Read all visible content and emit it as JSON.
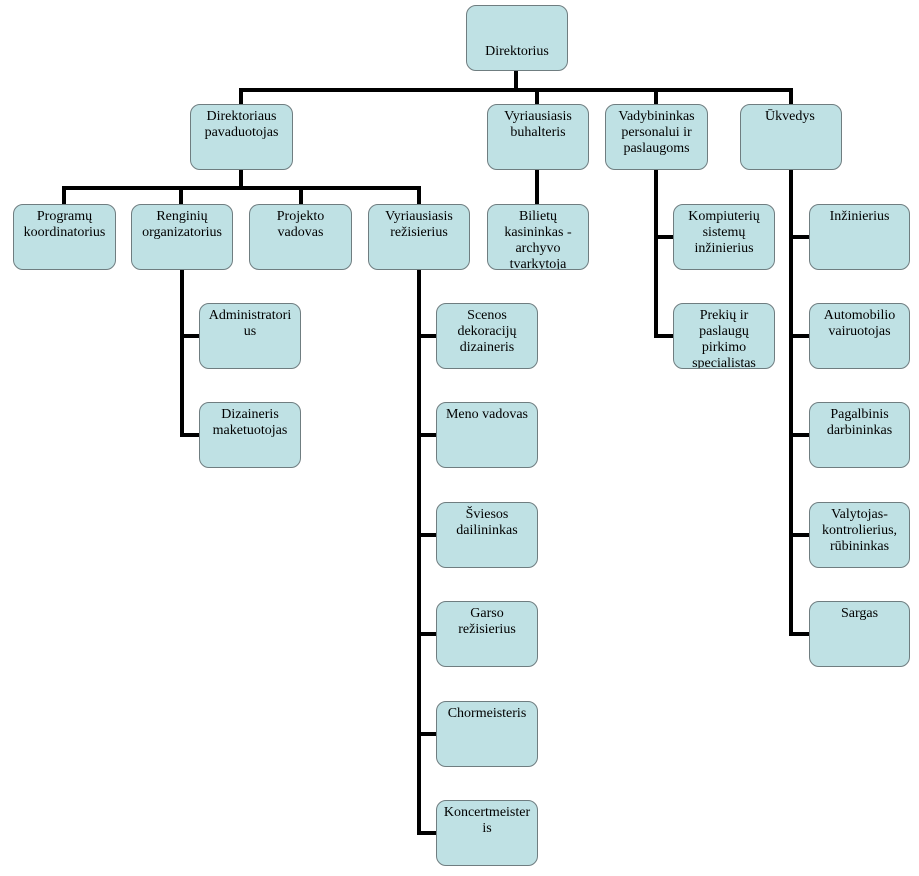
{
  "colors": {
    "box_fill": "#bfe1e4",
    "box_border": "#6f7d80",
    "connector": "#000000"
  },
  "nodes": {
    "director": "Direktorius",
    "deputy": "Direktoriaus\npavaduotojas",
    "chief_accountant": "Vyriausiasis\nbuhalteris",
    "hr_manager": "Vadybininkas\npersonalui ir\npaslaugoms",
    "caretaker": "Ūkvedys",
    "program_coordinators": "Programų\nkoordinatorius",
    "event_organizer": "Renginių\norganizatorius",
    "project_manager": "Projekto\nvadovas",
    "chief_director": "Vyriausiasis\nrežisierius",
    "ticket_cashier": "Bilietų\nkasininkas -\narchyvo\ntvarkytoja",
    "it_engineer": "Kompiuterių\nsistemų\ninžinierius",
    "procurement": "Prekių ir\npaslaugų\npirkimo\nspecialistas",
    "engineer": "Inžinierius",
    "driver": "Automobilio\nvairuotojas",
    "helper": "Pagalbinis\ndarbininkas",
    "cleaner": "Valytojas-\nkontrolierius,\nrūbininkas",
    "guard": "Sargas",
    "administrator": "Administratori\nus",
    "designer": "Dizaineris\nmaketuotojas",
    "scenery_designer": "Scenos\ndekoracijų\ndizaineris",
    "art_director": "Meno vadovas",
    "lighting_artist": "Šviesos\ndailininkas",
    "sound_director": "Garso\nrežisierius",
    "choirmaster": "Chormeisteris",
    "accompanist": "Koncertmeister\nis"
  }
}
